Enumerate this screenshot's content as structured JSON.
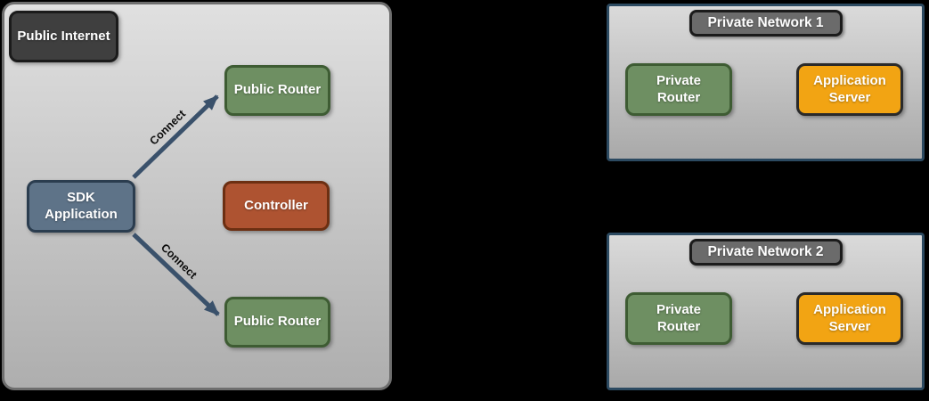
{
  "diagram": {
    "public_internet_zone": {
      "internet_label": "Public Internet",
      "nodes": {
        "public_router_top": "Public Router",
        "controller": "Controller",
        "public_router_bottom": "Public Router",
        "sdk_application": "SDK Application"
      },
      "edges": [
        {
          "from": "sdk_application",
          "to": "public_router_top",
          "label": "Connect"
        },
        {
          "from": "sdk_application",
          "to": "public_router_bottom",
          "label": "Connect"
        }
      ]
    },
    "private_networks": [
      {
        "title": "Private Network 1",
        "nodes": {
          "router": "Private Router",
          "server": "Application Server"
        }
      },
      {
        "title": "Private Network 2",
        "nodes": {
          "router": "Private Router",
          "server": "Application Server"
        }
      }
    ],
    "colors": {
      "background": "#000000",
      "zone_left_border": "#6e6e6e",
      "zone_left_fill_top": "#e0e0e0",
      "zone_left_fill_bottom": "#aeaeae",
      "private_zone_border": "#2c4a61",
      "node_green": "#6e8f62",
      "node_green_border": "#3e5c33",
      "node_blue": "#5e7388",
      "node_blue_border": "#2b3d4f",
      "node_red": "#ae5331",
      "node_red_border": "#6c2f12",
      "node_orange": "#f2a413",
      "node_orange_border": "#2a2a2a",
      "node_dark": "#3f3f3f",
      "title_pill": "#6b6b6b",
      "arrow": "#3a516b"
    }
  }
}
